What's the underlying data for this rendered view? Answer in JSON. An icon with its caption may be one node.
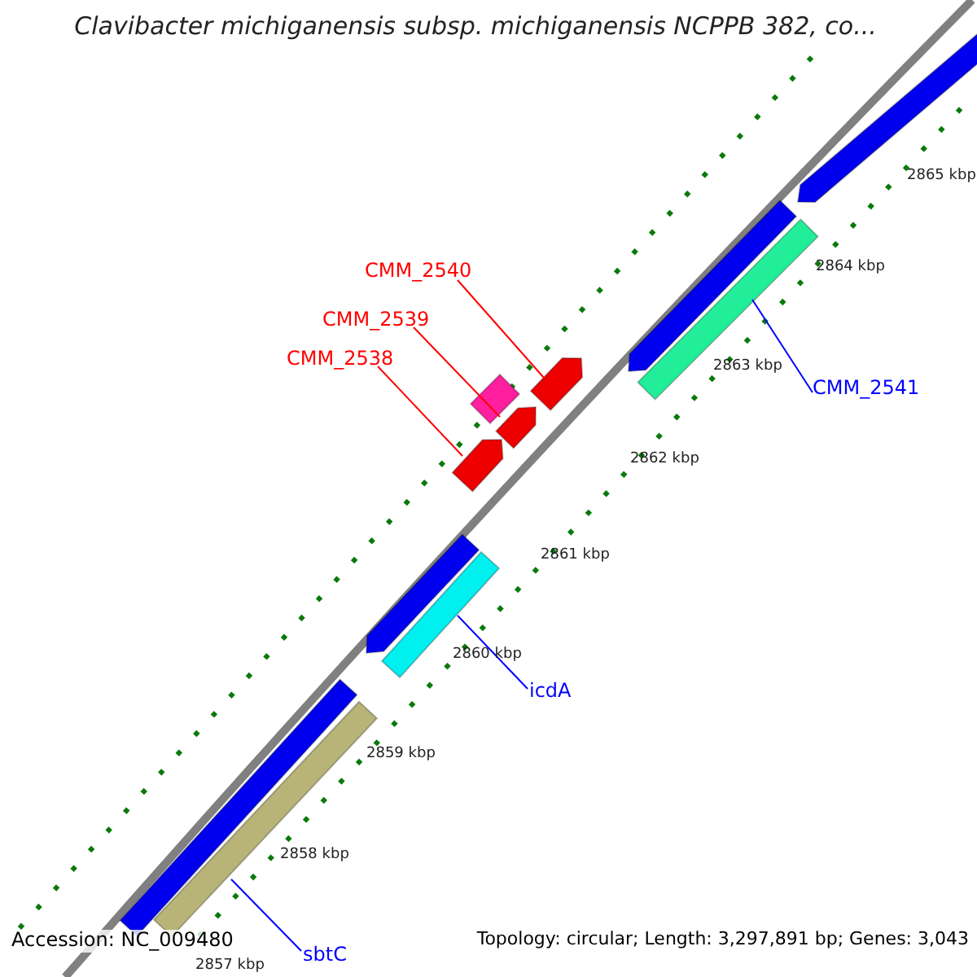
{
  "diagram": {
    "title": "Clavibacter michiganensis subsp. michiganensis NCPPB 382, co...",
    "nodes": [
      {
        "text": [
          "CMM_2540"
        ]
      },
      {
        "text": [
          "CMM_2539"
        ]
      },
      {
        "text": [
          "CMM_2538"
        ]
      },
      {
        "text": [
          "CMM_2541"
        ]
      },
      {
        "text": [
          "icdA"
        ]
      },
      {
        "text": [
          "sbtC"
        ]
      },
      {
        "text": [],
        "shape": "arrow"
      },
      {
        "text": [],
        "shape": "arrow"
      },
      {
        "text": [],
        "shape": "bar"
      },
      {
        "text": [],
        "shape": "arrow"
      },
      {
        "text": [],
        "shape": "bar"
      },
      {
        "text": [],
        "shape": "arrow"
      },
      {
        "text": [],
        "shape": "arrow"
      },
      {
        "text": [],
        "shape": "arrow"
      },
      {
        "text": [],
        "shape": "bar"
      },
      {
        "text": [],
        "shape": "bar"
      },
      {
        "text": [],
        "shape": "bar"
      }
    ],
    "edges": [
      {
        "from": 0,
        "to": 9,
        "arrow": "none",
        "color": "#ff0000"
      },
      {
        "from": 1,
        "to": 11,
        "arrow": "none",
        "color": "#ff0000"
      },
      {
        "from": 2,
        "to": 12,
        "arrow": "none",
        "color": "#ff0000"
      },
      {
        "from": 3,
        "to": 8,
        "arrow": "none",
        "color": "#0000ff"
      },
      {
        "from": 4,
        "to": 14,
        "arrow": "none",
        "color": "#0000ff"
      },
      {
        "from": 5,
        "to": 16,
        "arrow": "none",
        "color": "#0000ff"
      }
    ],
    "labels": [
      "2865 kbp",
      "2864 kbp",
      "2863 kbp",
      "2862 kbp",
      "2861 kbp",
      "2860 kbp",
      "2859 kbp",
      "2858 kbp",
      "2857 kbp",
      "Accession: NC_009480",
      "Topology: circular; Length: 3,297,891 bp; Genes: 3,043"
    ]
  }
}
